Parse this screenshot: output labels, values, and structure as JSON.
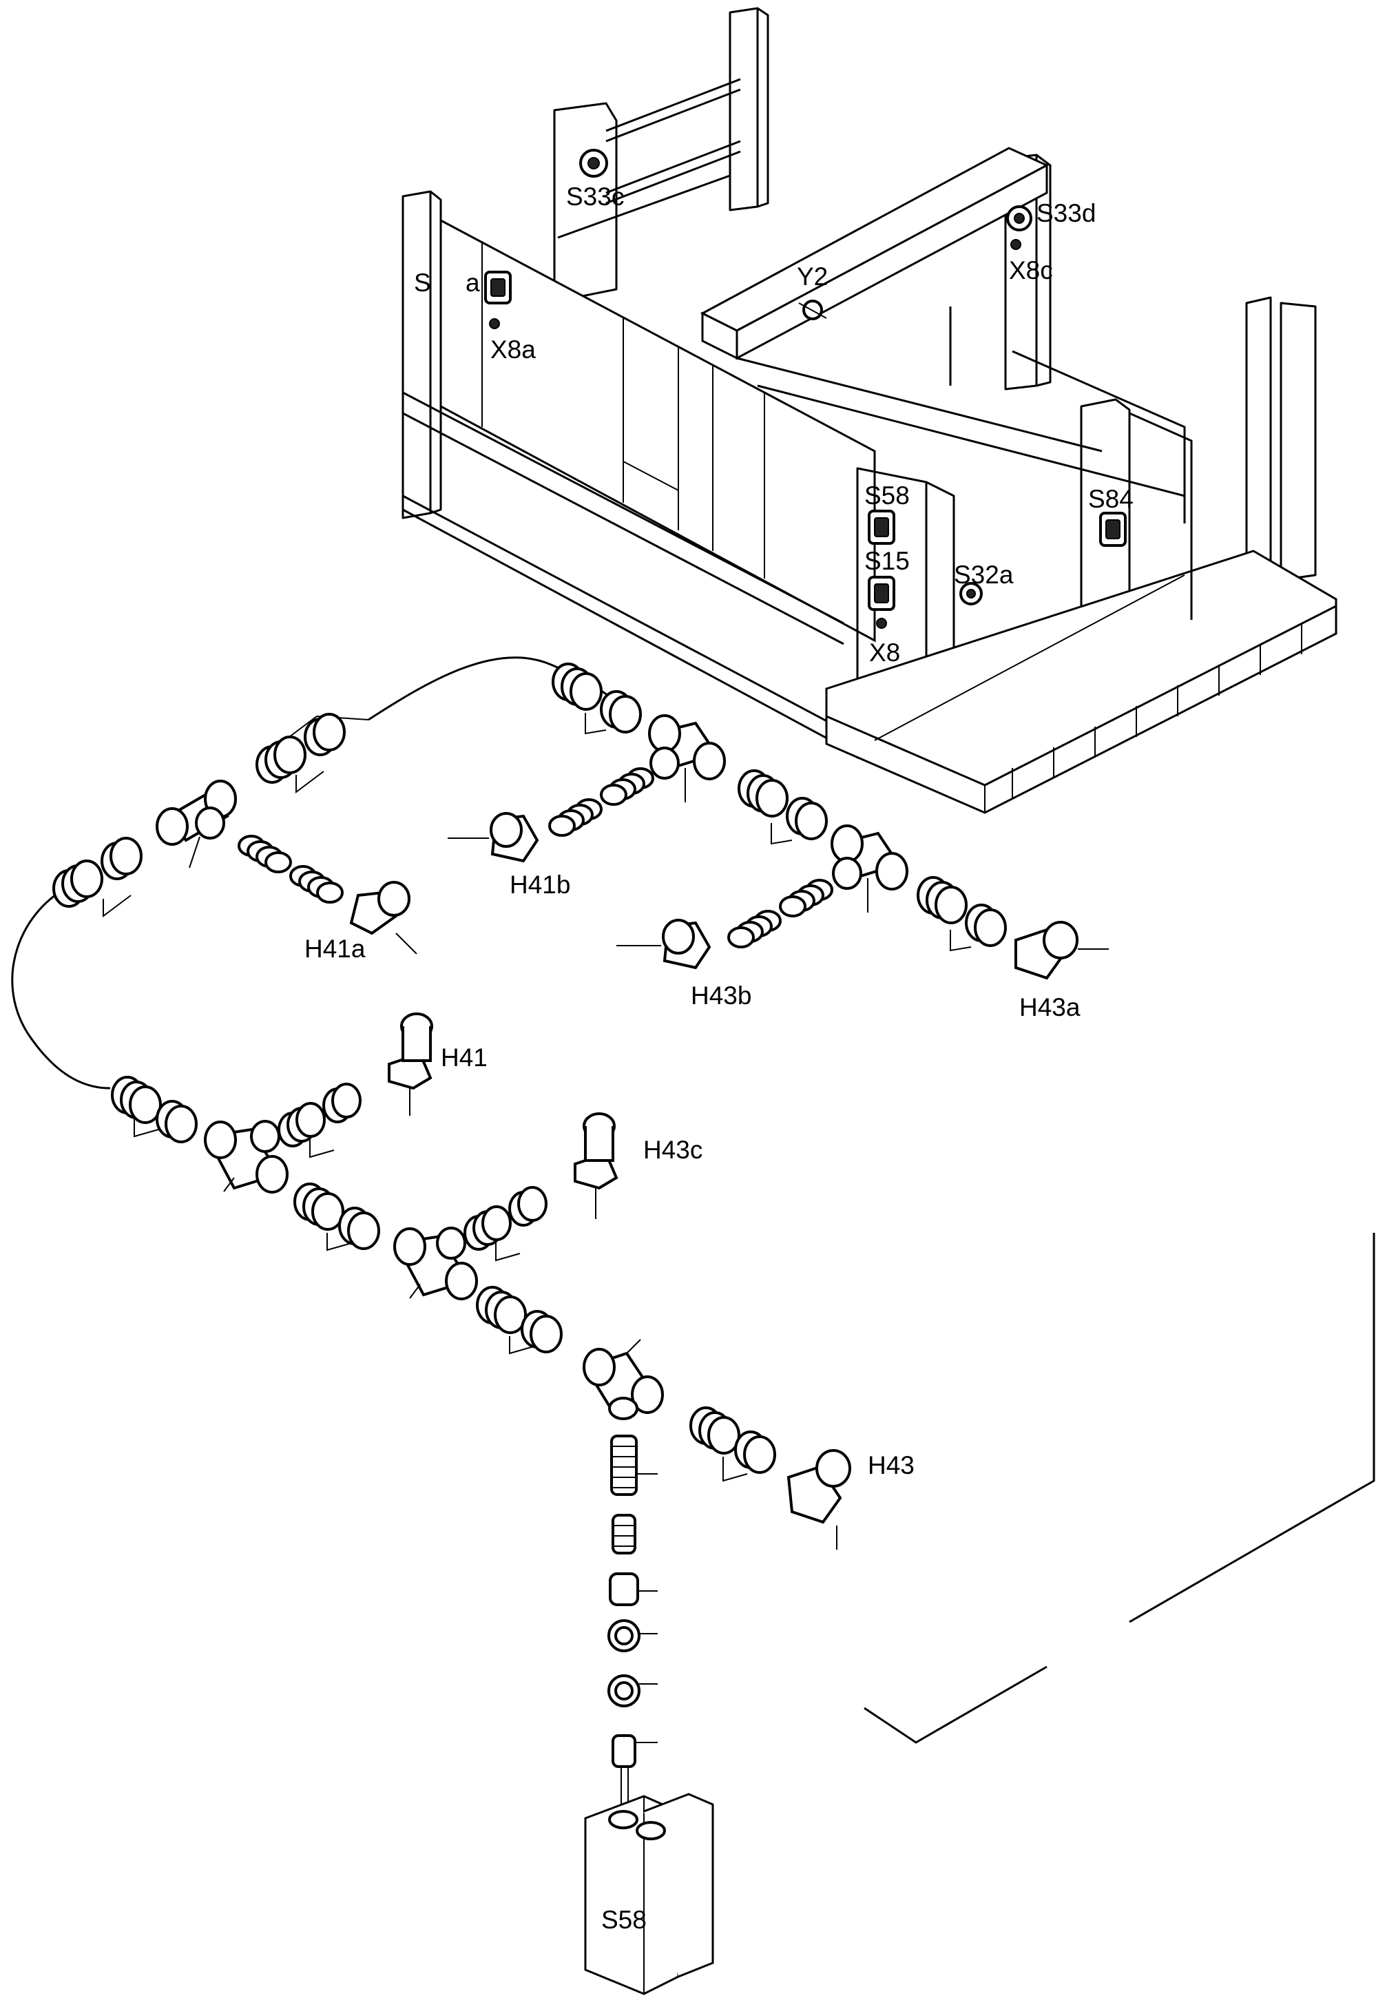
{
  "labels": {
    "s33c": "S33c",
    "s33d": "S33d",
    "s": "S",
    "a": "a",
    "x8a": "X8a",
    "y2": "Y2",
    "x8c": "X8c",
    "s58_top": "S58",
    "s84": "S84",
    "s15": "S15",
    "s32a": "S32a",
    "x8": "X8",
    "h41b": "H41b",
    "h41a": "H41a",
    "h43b": "H43b",
    "h43a": "H43a",
    "h41": "H41",
    "h43c": "H43c",
    "h43": "H43",
    "s58_box": "S58"
  }
}
